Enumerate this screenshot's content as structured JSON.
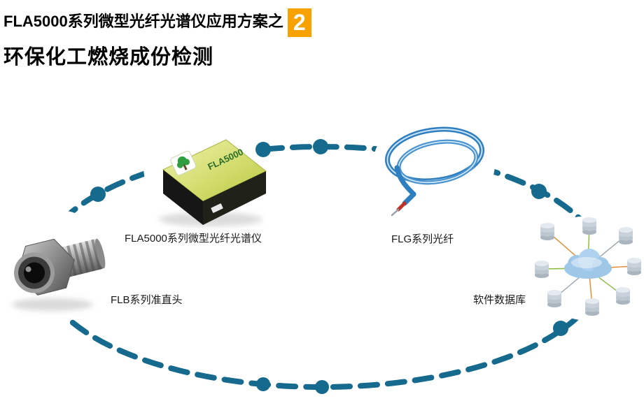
{
  "header": {
    "series_title": "FLA5000系列微型光纤光谱仪应用方案之",
    "scheme_number": "2",
    "application_title": "环保化工燃烧成份检测"
  },
  "products": {
    "spectrometer": {
      "label": "FLA5000系列微型光纤光谱仪",
      "device_text": "FLA5000"
    },
    "fiber": {
      "label": "FLG系列光纤"
    },
    "collimator": {
      "label": "FLB系列准直头"
    },
    "database": {
      "label": "软件数据库"
    }
  },
  "colors": {
    "cycle": "#156a8e",
    "badge_bg": "#f8a200",
    "device_green": "#c9d65a",
    "fiber_blue": "#2e7fc0"
  }
}
